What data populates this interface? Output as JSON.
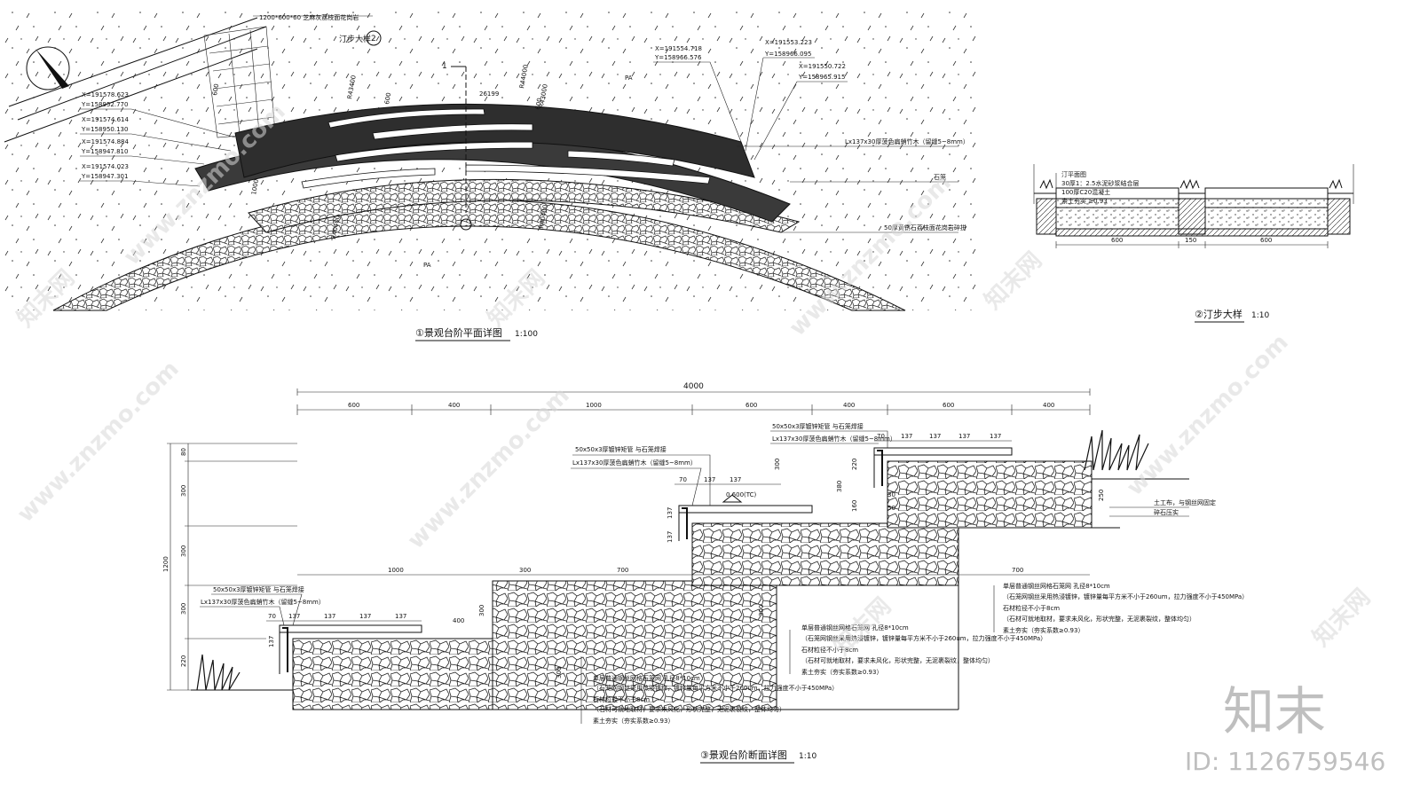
{
  "plan": {
    "title": "①景观台阶平面详图",
    "scale": "1:100",
    "paver_note": "1200*600*60  芝麻灰荔枝面花岗岩",
    "stepping_ref": "汀步大样",
    "stepping_ref_num": "2",
    "section_mark": "1",
    "radii": [
      "R43400",
      "R44000",
      "R43000",
      "R40400",
      "R40400"
    ],
    "dims": [
      "26199",
      "600",
      "1000",
      "600",
      "600"
    ],
    "coords": [
      {
        "x": "X=191554.718",
        "y": "Y=158966.576"
      },
      {
        "x": "X=191553.223",
        "y": "Y=158966.095"
      },
      {
        "x": "X=191550.722",
        "y": "Y=158965.915"
      },
      {
        "x": "X=191578.623",
        "y": "Y=158952.770"
      },
      {
        "x": "X=191574.614",
        "y": "Y=158950.130"
      },
      {
        "x": "X=191574.884",
        "y": "Y=158947.810"
      },
      {
        "x": "X=191574.023",
        "y": "Y=158947.301"
      }
    ],
    "note_wood": "Lx137x30厚菠色扁蛸竹木（留缝5~8mm）",
    "note_stone": "石笼",
    "note_gravel": "50厚黄锈石荔枝面花岗岩碎拼",
    "pa_label": "PA"
  },
  "stepping": {
    "title": "②汀步大样",
    "scale": "1:10",
    "layers": [
      "汀平面图",
      "30厚1：2.5水泥砂浆结合层",
      "100厚C20混凝土",
      "素土夯实 ≥0.93"
    ],
    "dims": [
      "600",
      "150",
      "600"
    ]
  },
  "section": {
    "title": "③景观台阶断面详图",
    "scale": "1:10",
    "top_total": "4000",
    "top_dims": [
      "600",
      "400",
      "1000",
      "600",
      "400",
      "600",
      "400"
    ],
    "left_dims": [
      "80",
      "300",
      "300",
      "300",
      "220"
    ],
    "left_total": "1200",
    "mid_dims": [
      "1000",
      "300",
      "700",
      "700"
    ],
    "level_label": "0.600(TC)",
    "pipe_note": "50x50x3厚镀锌矩管  与石笼焊接",
    "wood_note": "Lx137x30厚菠色扁蛸竹木（留缝5~8mm）",
    "slat_dims_a": [
      "70",
      "137",
      "137",
      "137",
      "137"
    ],
    "slat_dims_b": [
      "70",
      "137",
      "137"
    ],
    "slat_dims_c": [
      "70",
      "137",
      "137",
      "137",
      "137"
    ],
    "riser_dims": [
      "137",
      "137",
      "137",
      "300",
      "220",
      "380",
      "160",
      "250",
      "30",
      "50",
      "400",
      "300",
      "300",
      "300"
    ],
    "soil_note_1": "土工布，与钢丝网固定",
    "soil_note_2": "碎石压实",
    "gabion_notes": [
      "单层普通钢丝网格石笼网  孔径8*10cm",
      "（石笼网钢丝采用热浸镀锌，镀锌量每平方米不小于260um，拉力强度不小于450MPa）",
      "石材粒径不小于8cm",
      "（石材可就地取材，要求未风化，形状完整，无泥裹裂纹，整体均匀）",
      "素土夯实（夯实系数≥0.93）"
    ]
  },
  "watermark": {
    "site": "www.znzmo.com",
    "brand_cn": "知末网",
    "brand_big": "知末",
    "id_label": "ID: 1126759546"
  },
  "colors": {
    "ink": "#111111",
    "stone_dark": "#3a3a3a",
    "watermark": "#d0d0d0"
  }
}
